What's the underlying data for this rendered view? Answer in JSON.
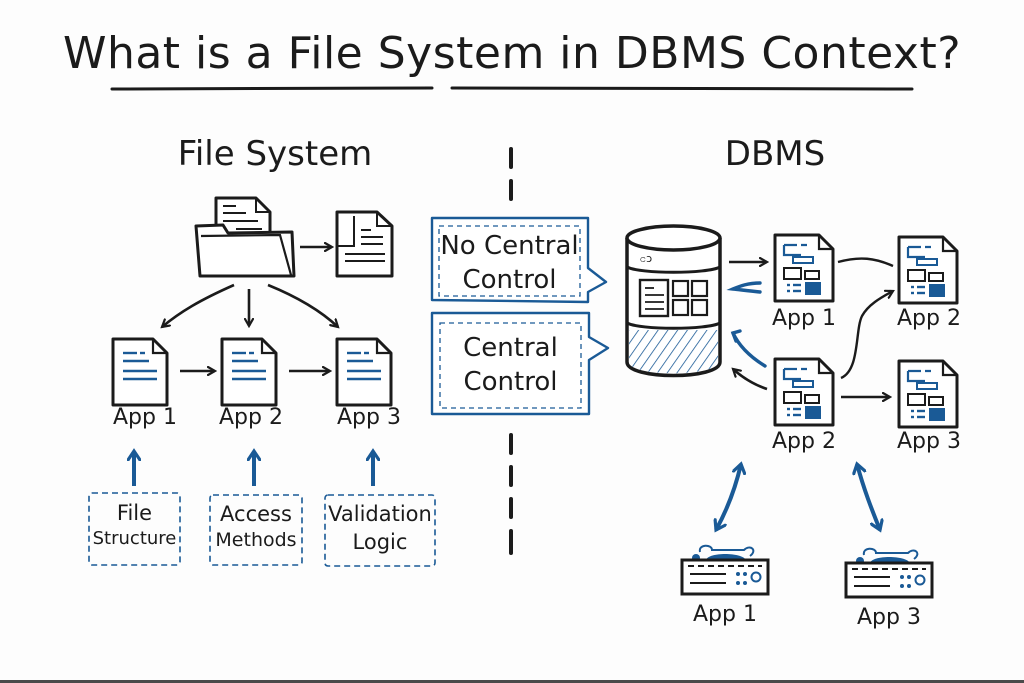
{
  "title": "What is a File System in DBMS Context?",
  "colors": {
    "ink": "#1b1b1b",
    "accent": "#1a5a96",
    "background": "#fdfdfd"
  },
  "file_system": {
    "heading": "File System",
    "folder_icon": "folder-with-document-icon",
    "output_icon": "document-icon",
    "apps": [
      {
        "label": "App 1",
        "icon": "document-icon"
      },
      {
        "label": "App 2",
        "icon": "document-icon"
      },
      {
        "label": "App 3",
        "icon": "document-icon"
      }
    ],
    "components": [
      {
        "line1": "File",
        "line2": "Structure"
      },
      {
        "line1": "Access",
        "line2": "Methods"
      },
      {
        "line1": "Validation",
        "line2": "Logic"
      }
    ]
  },
  "callouts": [
    {
      "line1": "No Central",
      "line2": "Control"
    },
    {
      "line1": "Central",
      "line2": "Control"
    }
  ],
  "dbms": {
    "heading": "DBMS",
    "database_icon": "database-cylinder-icon",
    "apps_grid": [
      {
        "label": "App 1",
        "icon": "dashboard-document-icon"
      },
      {
        "label": "App 2",
        "icon": "dashboard-document-icon"
      },
      {
        "label": "App 2",
        "icon": "dashboard-document-icon"
      },
      {
        "label": "App 3",
        "icon": "dashboard-document-icon"
      }
    ],
    "devices": [
      {
        "label": "App 1",
        "icon": "printer-device-icon"
      },
      {
        "label": "App 3",
        "icon": "printer-device-icon"
      }
    ]
  }
}
